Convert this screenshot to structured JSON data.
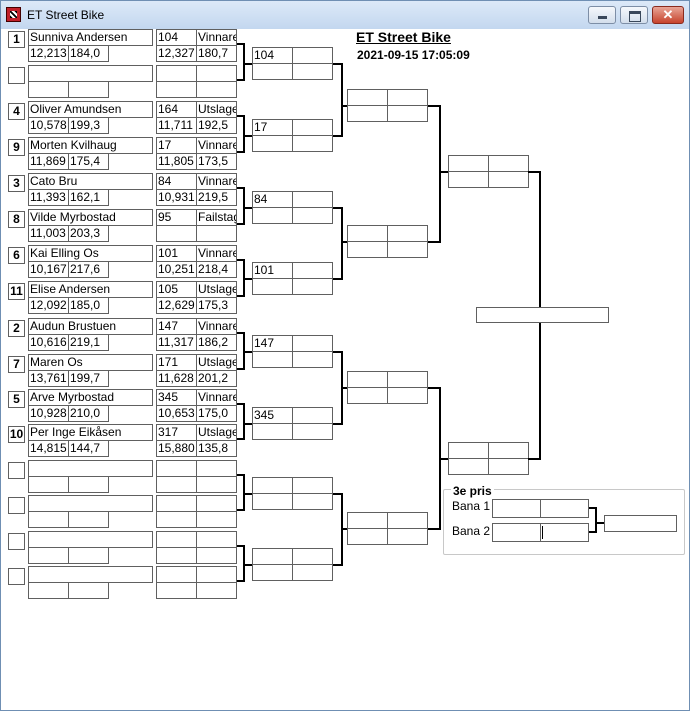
{
  "window": {
    "title": "ET Street Bike",
    "close_glyph": "✕"
  },
  "header": {
    "title": "ET Street Bike",
    "datetime": "2021-09-15 17:05:09"
  },
  "colors": {
    "titlebar": "#c9daf0",
    "close": "#c7432c",
    "icon": "#c0202a"
  },
  "round1": [
    {
      "seed": "1",
      "name": "Sunniva Andersen",
      "time": "12,213",
      "speed": "184,0",
      "run_id": "104",
      "status": "Vinnare",
      "time2": "12,327",
      "speed2": "180,7"
    },
    {
      "seed": "",
      "name": "",
      "time": "",
      "speed": "",
      "run_id": "",
      "status": "",
      "time2": "",
      "speed2": ""
    },
    {
      "seed": "4",
      "name": "Oliver Amundsen",
      "time": "10,578",
      "speed": "199,3",
      "run_id": "164",
      "status": "Utslagen",
      "time2": "11,711",
      "speed2": "192,5"
    },
    {
      "seed": "9",
      "name": "Morten Kvilhaug",
      "time": "11,869",
      "speed": "175,4",
      "run_id": "17",
      "status": "Vinnare",
      "time2": "11,805",
      "speed2": "173,5"
    },
    {
      "seed": "3",
      "name": "Cato Bru",
      "time": "11,393",
      "speed": "162,1",
      "run_id": "84",
      "status": "Vinnare",
      "time2": "10,931",
      "speed2": "219,5"
    },
    {
      "seed": "8",
      "name": "Vilde Myrbostad",
      "time": "11,003",
      "speed": "203,3",
      "run_id": "95",
      "status": "Failstage",
      "time2": "",
      "speed2": ""
    },
    {
      "seed": "6",
      "name": "Kai Elling Os",
      "time": "10,167",
      "speed": "217,6",
      "run_id": "101",
      "status": "Vinnare",
      "time2": "10,251",
      "speed2": "218,4"
    },
    {
      "seed": "11",
      "name": "Elise  Andersen",
      "time": "12,092",
      "speed": "185,0",
      "run_id": "105",
      "status": "Utslagen",
      "time2": "12,629",
      "speed2": "175,3"
    },
    {
      "seed": "2",
      "name": "Audun Brustuen",
      "time": "10,616",
      "speed": "219,1",
      "run_id": "147",
      "status": "Vinnare",
      "time2": "11,317",
      "speed2": "186,2"
    },
    {
      "seed": "7",
      "name": "Maren Os",
      "time": "13,761",
      "speed": "199,7",
      "run_id": "171",
      "status": "Utslagen",
      "time2": "11,628",
      "speed2": "201,2"
    },
    {
      "seed": "5",
      "name": "Arve Myrbostad",
      "time": "10,928",
      "speed": "210,0",
      "run_id": "345",
      "status": "Vinnare",
      "time2": "10,653",
      "speed2": "175,0"
    },
    {
      "seed": "10",
      "name": "Per Inge Eikåsen",
      "time": "14,815",
      "speed": "144,7",
      "run_id": "317",
      "status": "Utslagen",
      "time2": "15,880",
      "speed2": "135,8"
    },
    {
      "seed": "",
      "name": "",
      "time": "",
      "speed": "",
      "run_id": "",
      "status": "",
      "time2": "",
      "speed2": ""
    },
    {
      "seed": "",
      "name": "",
      "time": "",
      "speed": "",
      "run_id": "",
      "status": "",
      "time2": "",
      "speed2": ""
    },
    {
      "seed": "",
      "name": "",
      "time": "",
      "speed": "",
      "run_id": "",
      "status": "",
      "time2": "",
      "speed2": ""
    },
    {
      "seed": "",
      "name": "",
      "time": "",
      "speed": "",
      "run_id": "",
      "status": "",
      "time2": "",
      "speed2": ""
    }
  ],
  "round2": [
    "104",
    "17",
    "84",
    "101",
    "147",
    "345",
    "",
    ""
  ],
  "round3": [
    "",
    "",
    "",
    ""
  ],
  "round4": [
    "",
    ""
  ],
  "final": [
    ""
  ],
  "third_place": {
    "title": "3e pris",
    "lane1_label": "Bana 1",
    "lane2_label": "Bana 2",
    "lane1": "",
    "lane2": "",
    "winner": ""
  }
}
